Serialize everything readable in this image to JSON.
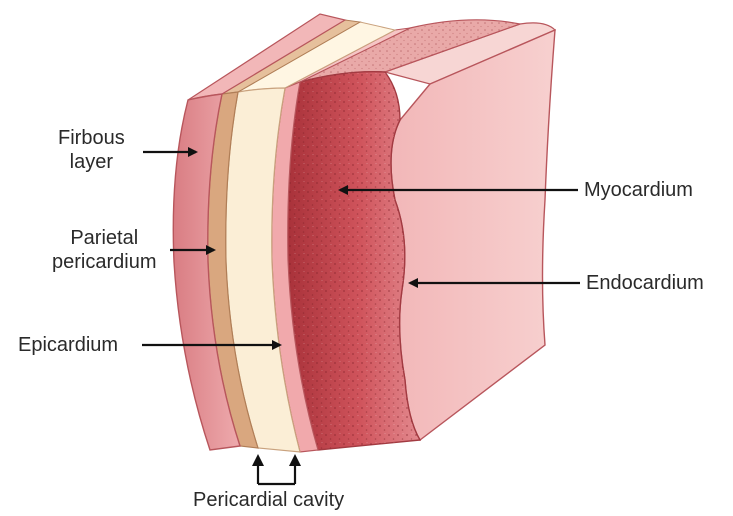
{
  "labels": {
    "fibrous_layer": [
      "Firbous",
      "layer"
    ],
    "parietal_pericardium": [
      "Parietal",
      "pericardium"
    ],
    "epicardium": "Epicardium",
    "myocardium": "Myocardium",
    "endocardium": "Endocardium",
    "pericardial_cavity": "Pericardial cavity"
  },
  "colors": {
    "fibrous_layer": "#e79a9e",
    "parietal_pericardium": "#d9a77f",
    "pericardial_cavity": "#fbeed6",
    "epicardium": "#f1a9ac",
    "myocardium": "#c9454d",
    "endocardium": "#f4c3c3",
    "outline": "#b8565c",
    "arrow": "#111111"
  }
}
